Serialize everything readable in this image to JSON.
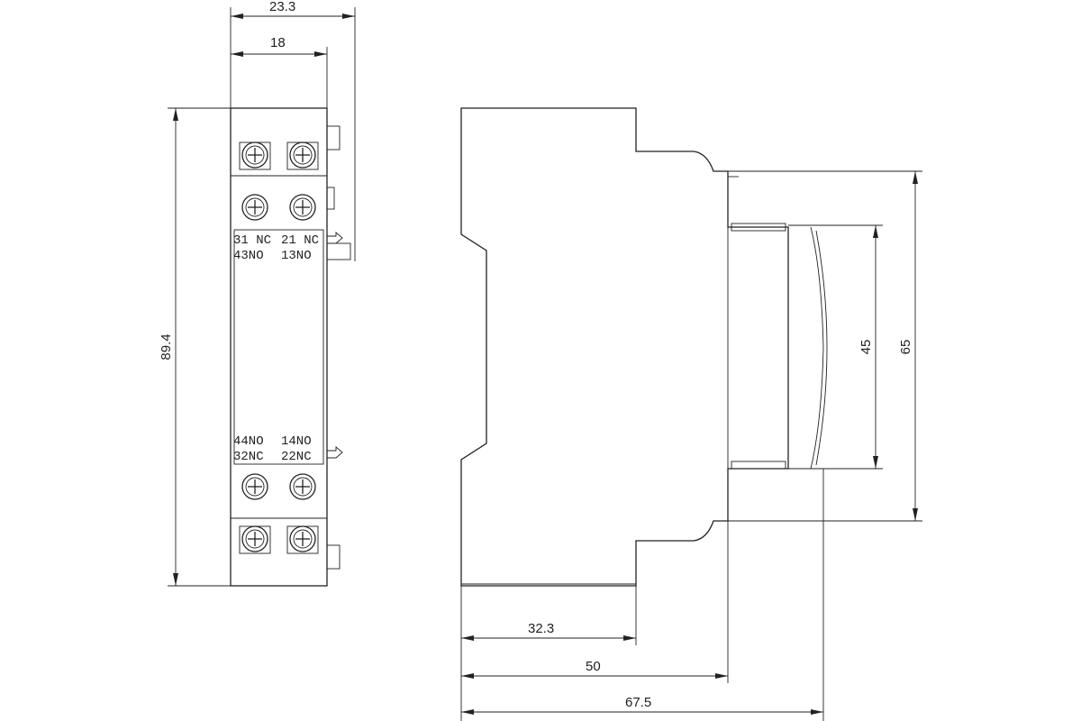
{
  "front_view": {
    "dimensions": {
      "width_total": "23.3",
      "width_body": "18",
      "height": "89.4"
    },
    "terminal_labels": {
      "top_row_1_left": "31 NC",
      "top_row_1_right": "21 NC",
      "top_row_2_left": "43NO",
      "top_row_2_right": "13NO",
      "bottom_row_1_left": "44NO",
      "bottom_row_1_right": "14NO",
      "bottom_row_2_left": "32NC",
      "bottom_row_2_right": "22NC"
    }
  },
  "side_view": {
    "dimensions": {
      "depth_front": "32.3",
      "depth_mid": "50",
      "depth_total": "67.5",
      "height_inner": "45",
      "height_outer": "65"
    }
  }
}
